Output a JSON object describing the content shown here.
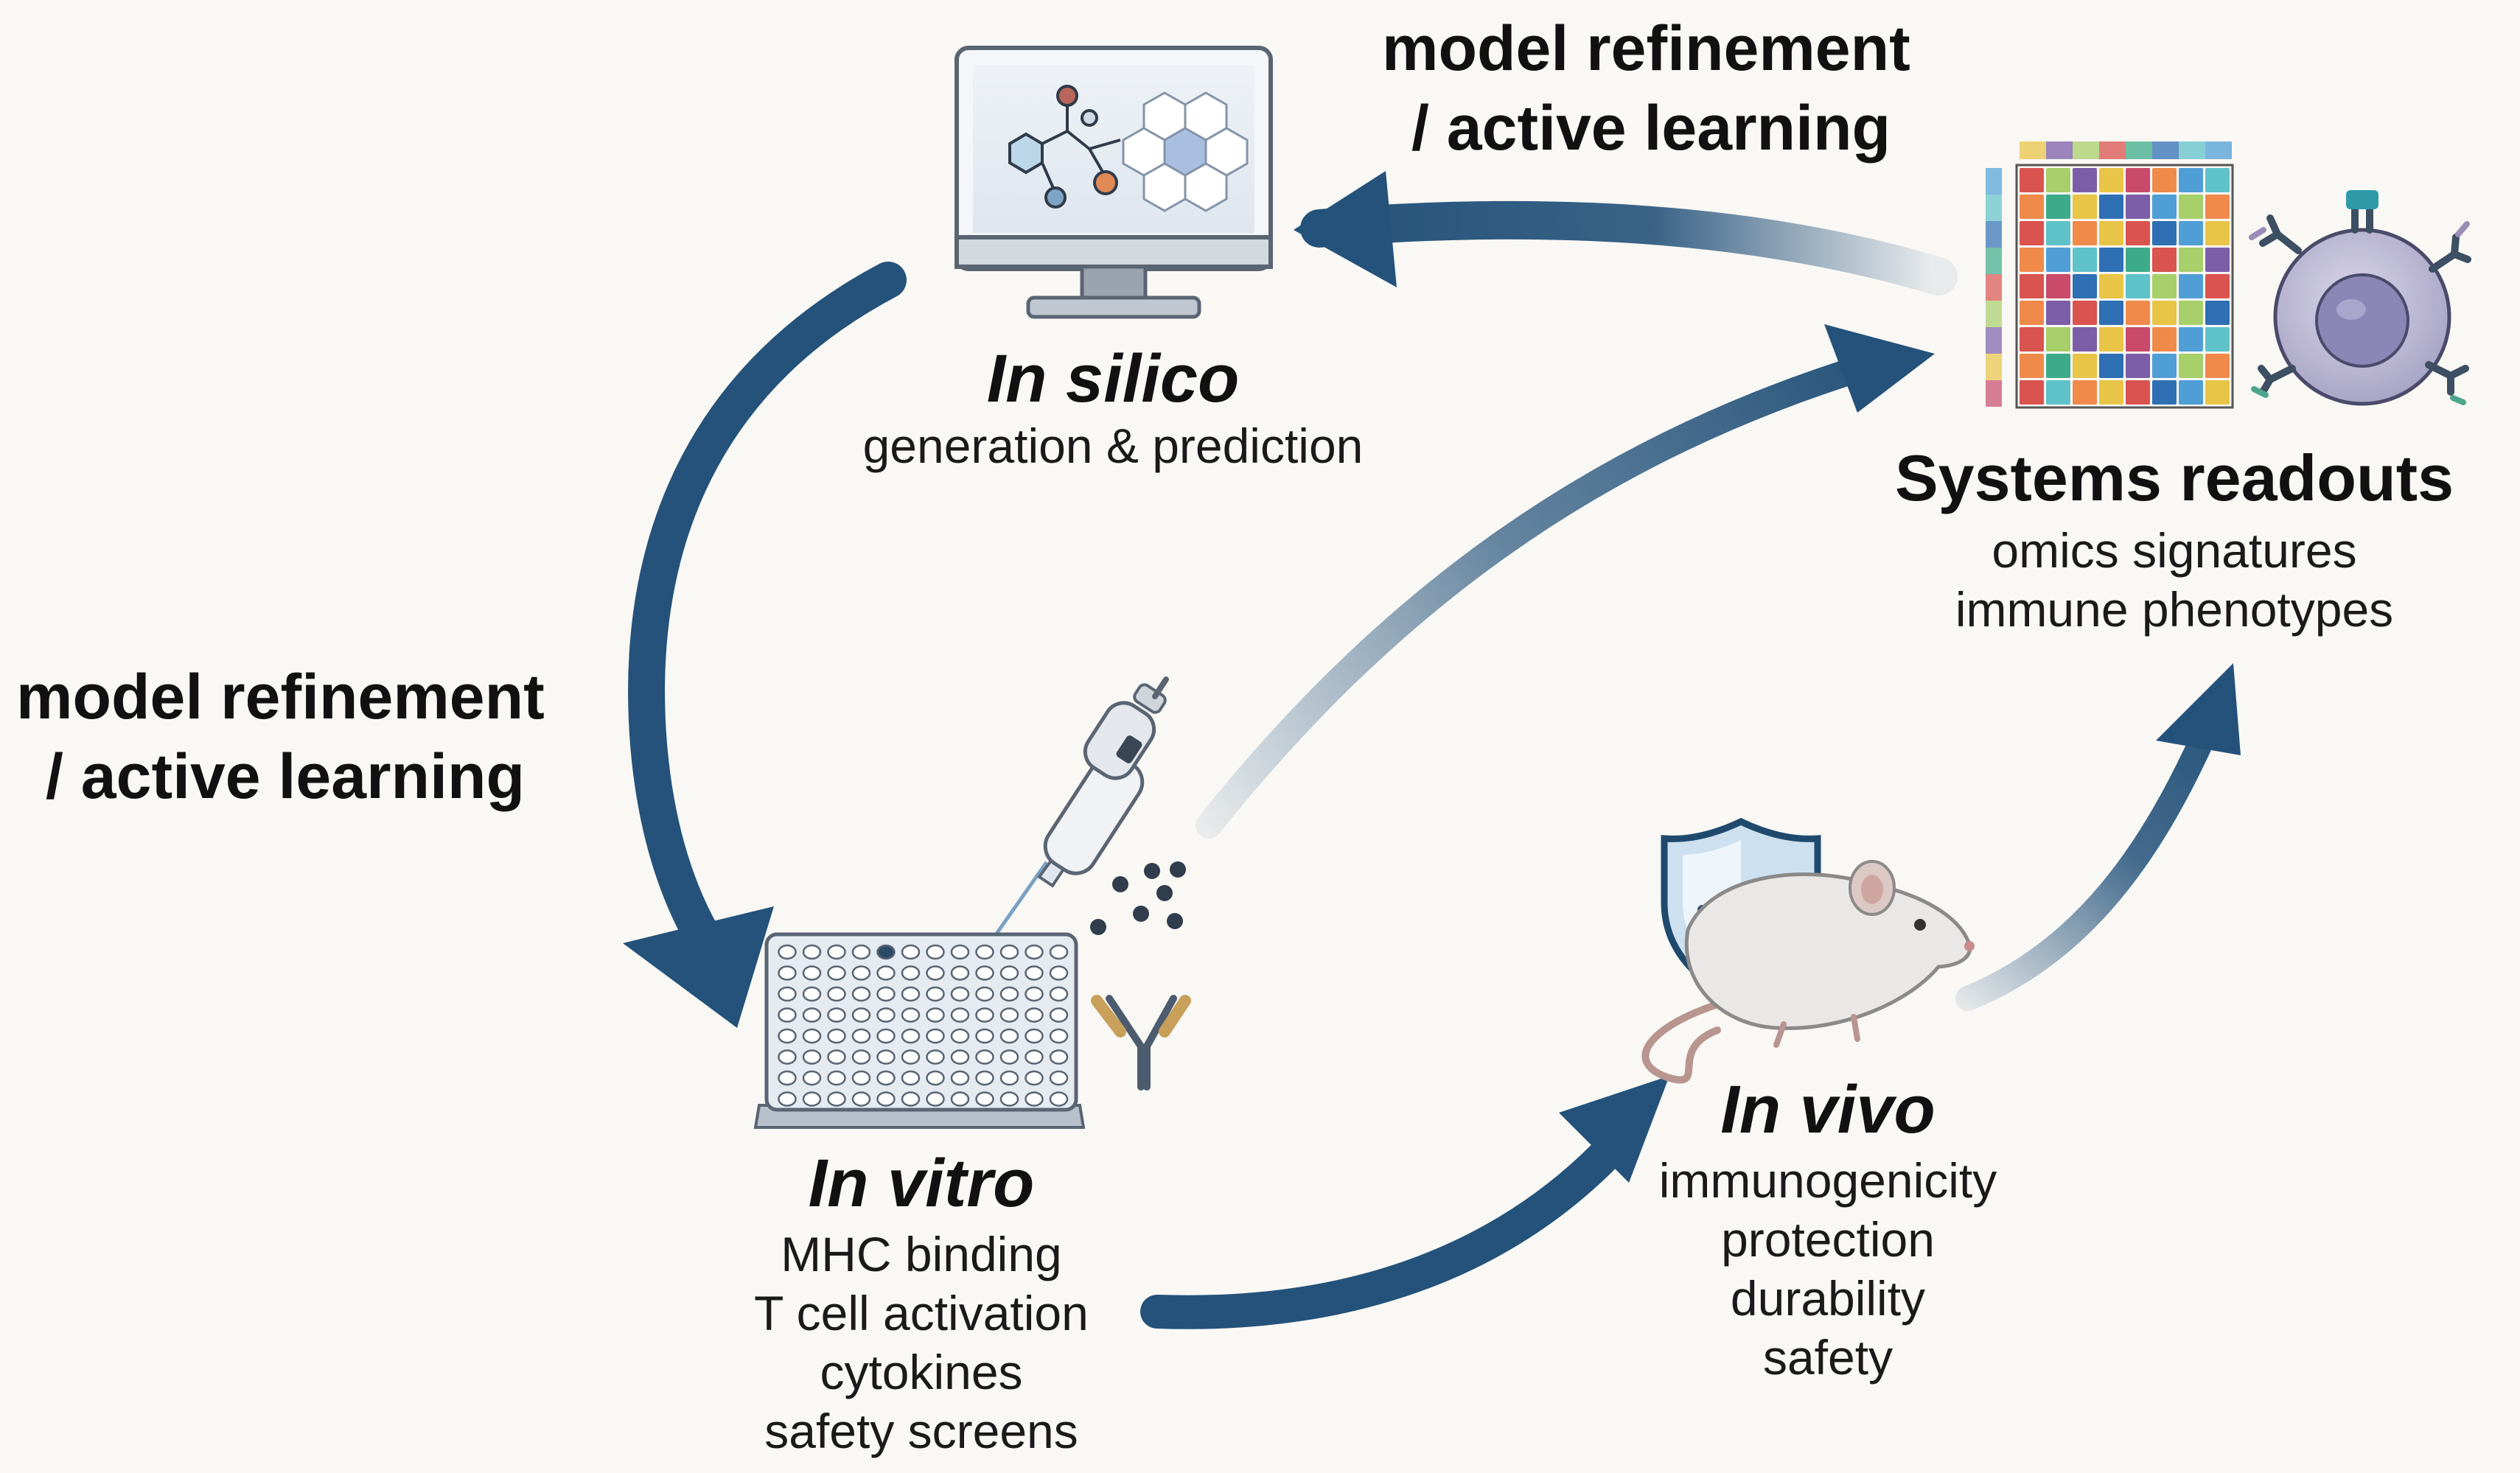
{
  "loop_labels": {
    "top": [
      "model refinement",
      "/ active learning"
    ],
    "left": [
      "model refinement",
      "/ active learning"
    ]
  },
  "nodes": {
    "in_silico": {
      "title": "In silico",
      "lines": [
        "generation & prediction"
      ]
    },
    "systems": {
      "title": "Systems readouts",
      "lines": [
        "omics signatures",
        "immune phenotypes"
      ]
    },
    "in_vitro": {
      "title": "In vitro",
      "lines": [
        "MHC binding",
        "T cell activation",
        "cytokines",
        "safety screens"
      ]
    },
    "in_vivo": {
      "title": "In vivo",
      "lines": [
        "immunogenicity",
        "protection",
        "durability",
        "safety"
      ]
    }
  },
  "colors": {
    "arrow": "#24527a",
    "arrow_faded": "#a9bdd0",
    "background": "#f9f8f5",
    "text": "#111111"
  },
  "icons": [
    "computer-monitor-icon",
    "molecule-icon",
    "heatmap-icon",
    "immune-cell-icon",
    "pipette-icon",
    "well-plate-icon",
    "antibody-icon",
    "shield-check-icon",
    "mouse-icon"
  ]
}
